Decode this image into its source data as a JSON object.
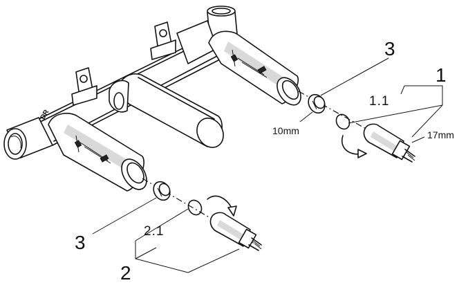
{
  "labels": {
    "top_3": "3",
    "top_1": "1",
    "top_1_1": "1.1",
    "size_10mm": "10mm",
    "size_17mm": "17mm",
    "bottom_3": "3",
    "bottom_2": "2",
    "bottom_2_1": "2.1"
  },
  "housing_marks": {
    "logo": "DR"
  }
}
